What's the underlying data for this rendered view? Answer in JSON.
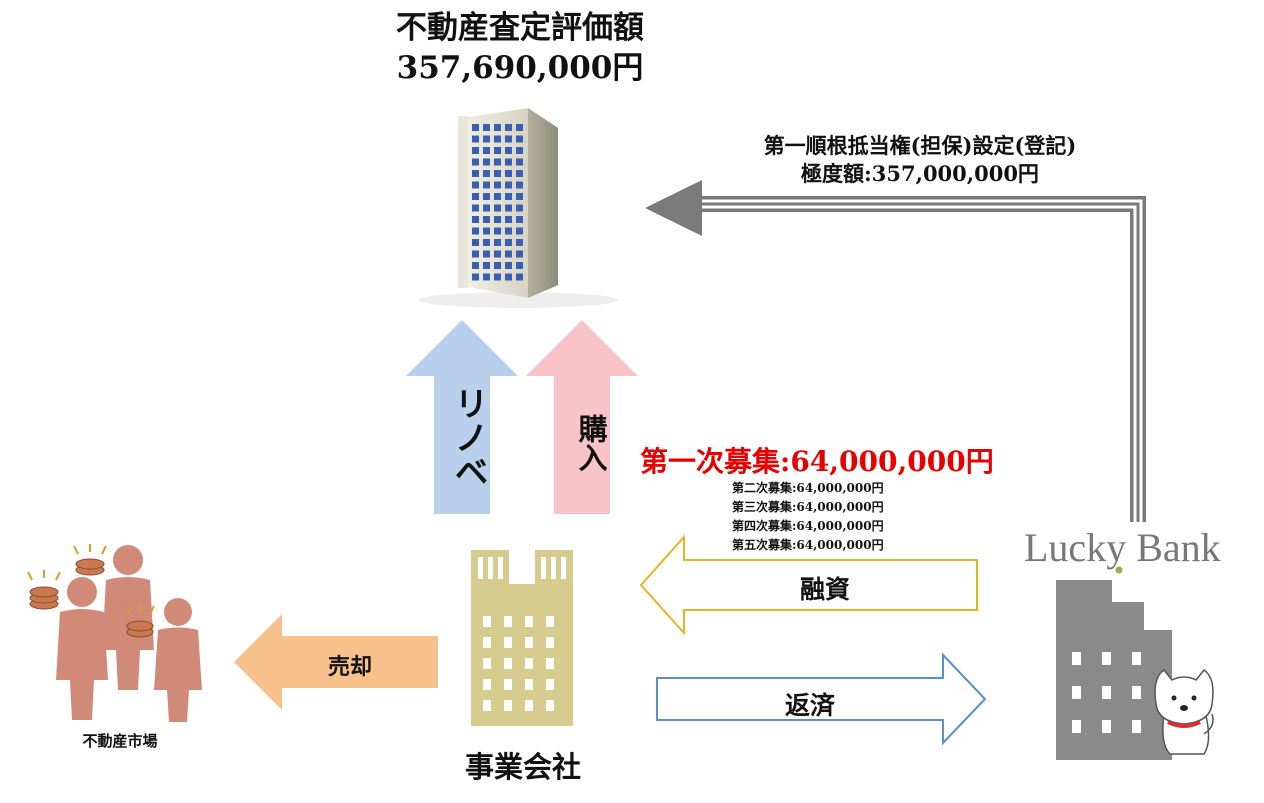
{
  "title": {
    "line1": "不動産査定評価額",
    "line2": "357,690,000円"
  },
  "registration": {
    "line1": "第一順根抵当権(担保)設定(登記)",
    "line2": "極度額:357,000,000円"
  },
  "arrows": {
    "renovation": "リノベ",
    "purchase": "購入",
    "financing": "融資",
    "repayment": "返済",
    "sale": "売却"
  },
  "rounds": {
    "first": "第一次募集:64,000,000円",
    "others": [
      "第二次募集:64,000,000円",
      "第三次募集:64,000,000円",
      "第四次募集:64,000,000円",
      "第五次募集:64,000,000円"
    ]
  },
  "nodes": {
    "company": "事業会社",
    "market": "不動産市場",
    "lender_word1": "Lucky",
    "lender_word2": "Bank"
  },
  "colors": {
    "renovation_arrow": "#b8d0ec",
    "purchase_arrow": "#f9c4c8",
    "financing_arrow_stroke": "#e6b422",
    "repayment_arrow_stroke": "#5b8fc9",
    "sale_arrow": "#f8c08a",
    "company_building": "#d6cc8e",
    "bank_building": "#8a8a8a",
    "people": "#d28a78",
    "highlight_text": "#e60000"
  },
  "icons": {
    "property": "apartment-tower-icon",
    "company": "company-building-icon",
    "bank": "bank-building-icon",
    "mascot": "white-dog-icon",
    "market": "people-with-coins-icon"
  }
}
